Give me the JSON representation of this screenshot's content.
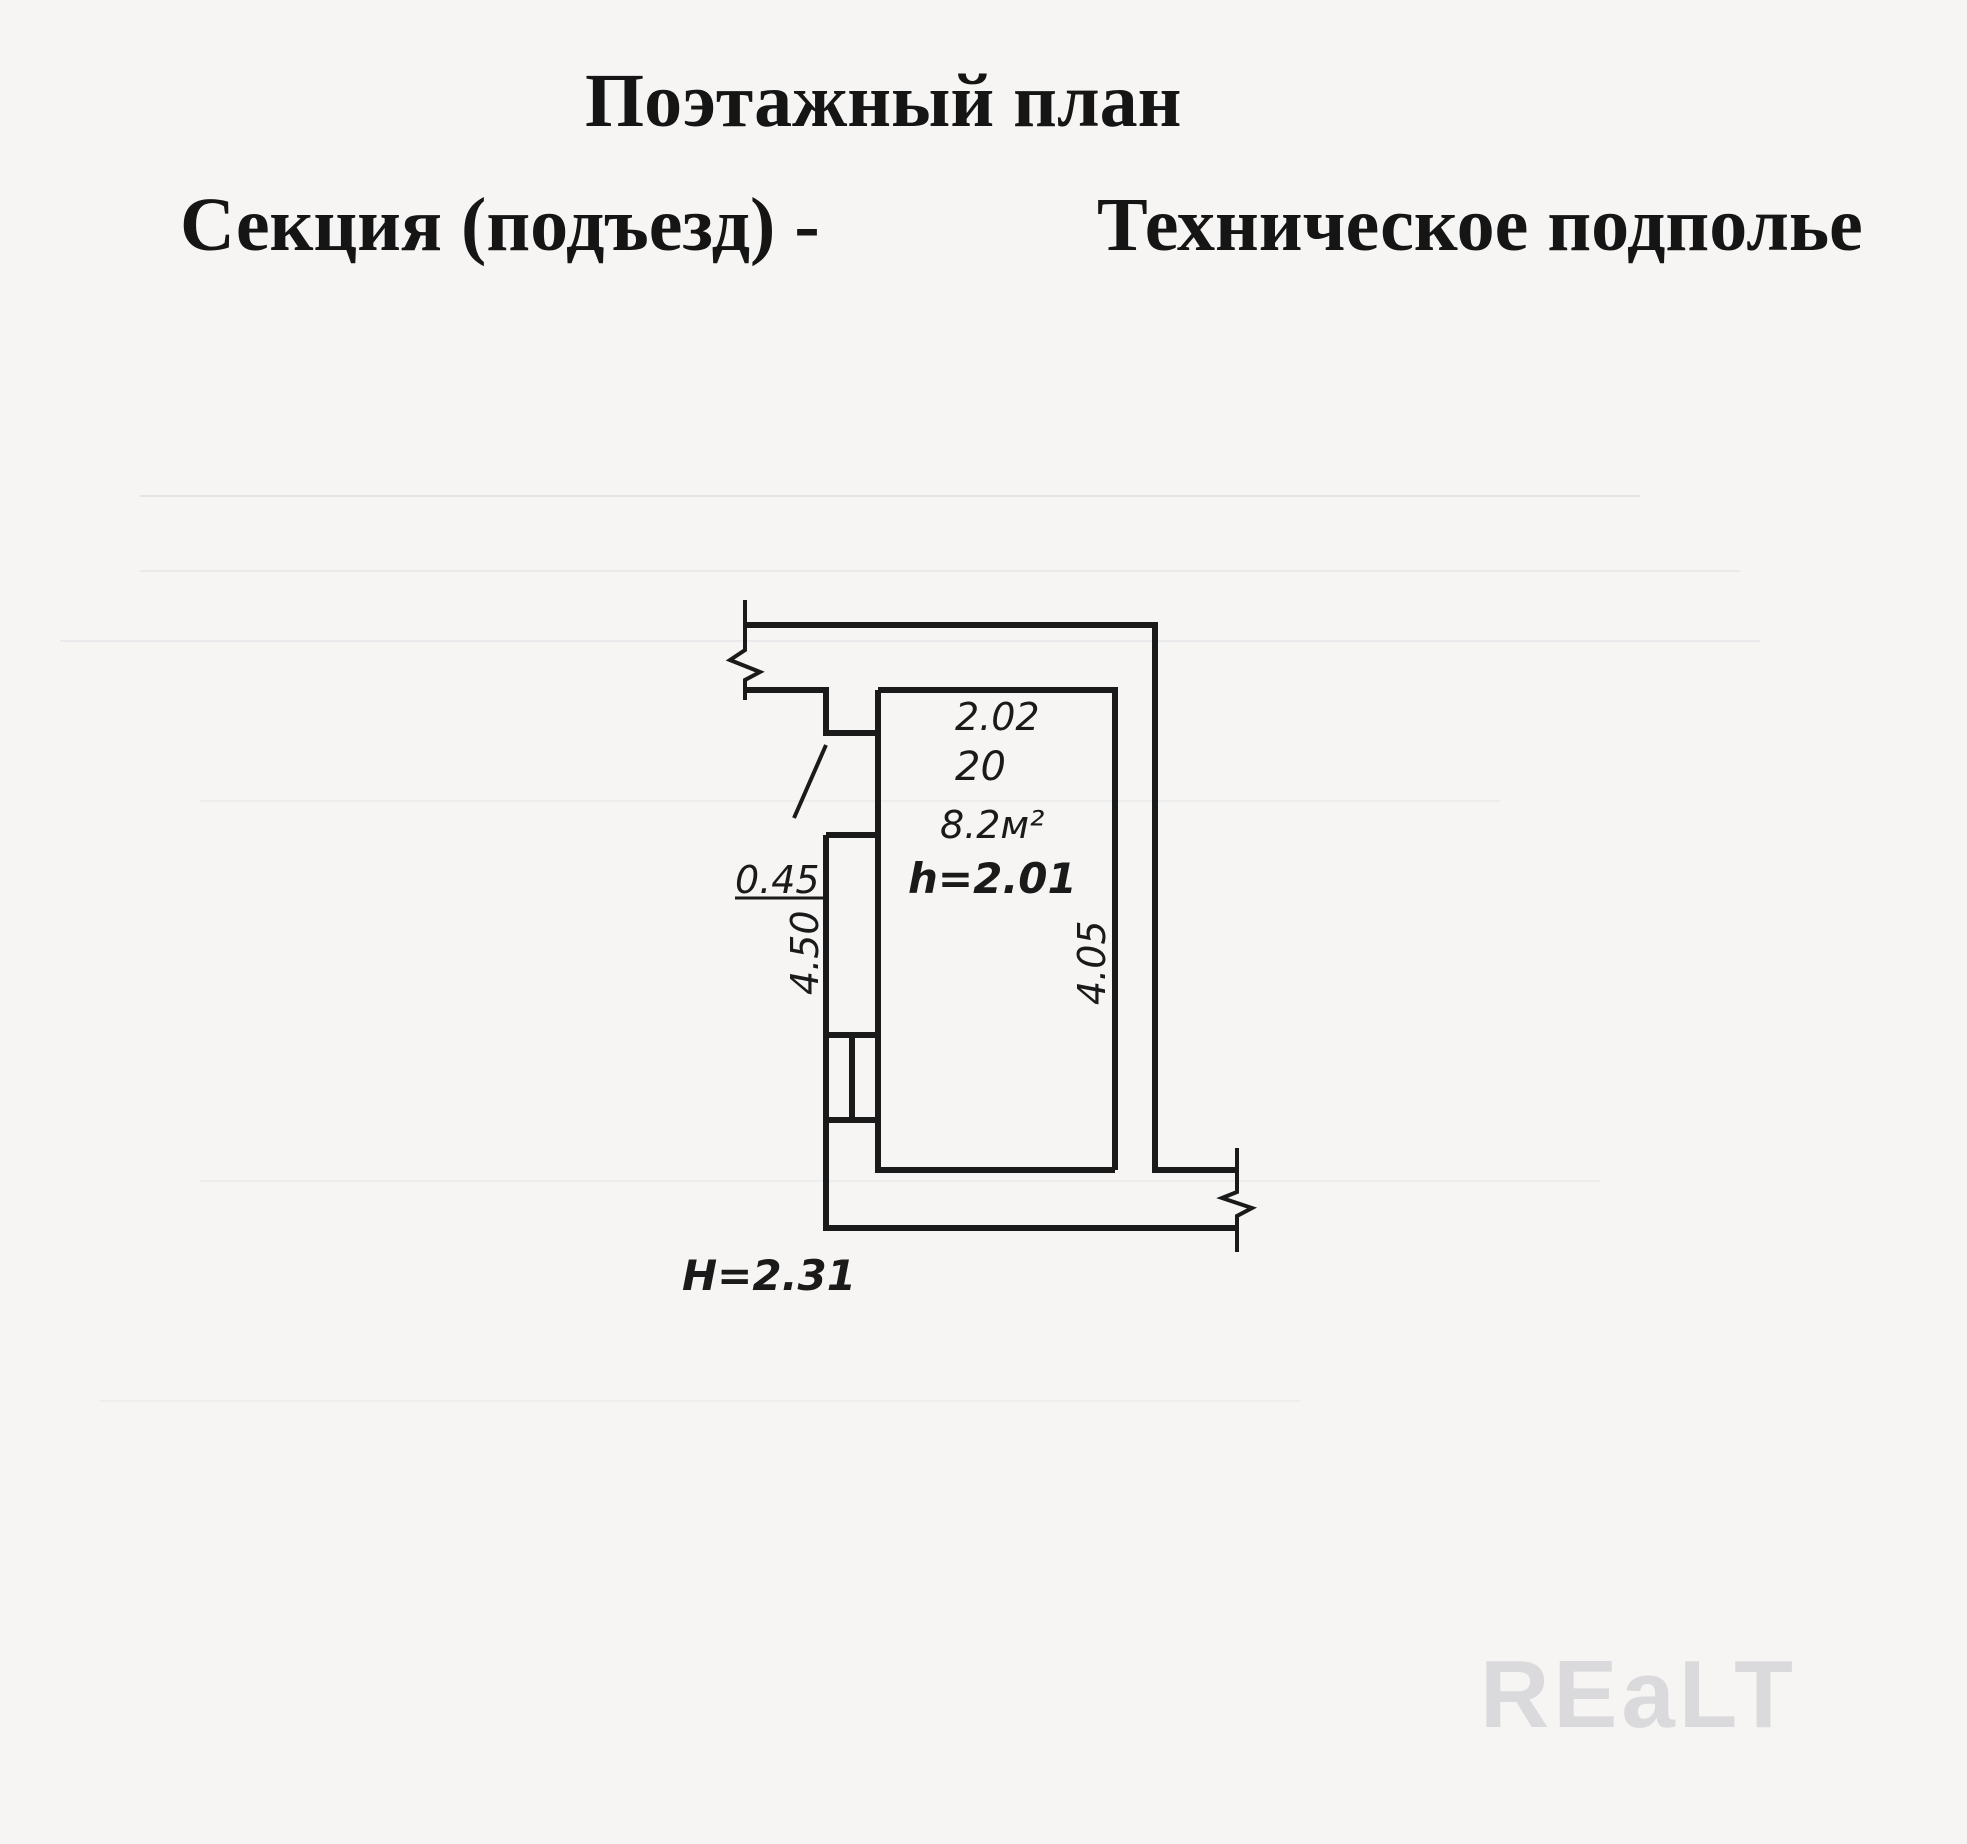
{
  "header": {
    "title": "Поэтажный план",
    "section_label": "Секция (подъезд) -",
    "floor_label": "Техническое подполье"
  },
  "plan": {
    "room_number": "20",
    "room_area": "8.2м²",
    "room_height": "h=2.01",
    "floor_height": "H=2.31",
    "dim_top": "2.02",
    "dim_right": "4.05",
    "dim_left": "4.50",
    "dim_wall": "0.45"
  },
  "watermark": "REaLT",
  "colors": {
    "ink": "#151515",
    "paper": "#f6f5f4",
    "bleed_through": "#c9cdd6",
    "watermark": "#d7d7d9"
  }
}
